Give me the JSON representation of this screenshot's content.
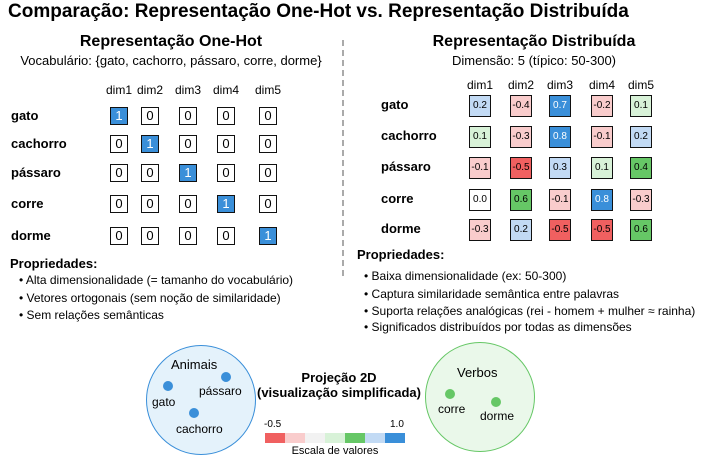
{
  "title": "Comparação: Representação One-Hot vs. Representação Distribuída",
  "onehot": {
    "heading": "Representação One-Hot",
    "vocab": "Vocabulário: {gato, cachorro, pássaro, corre, dorme}",
    "dims": [
      "dim1",
      "dim2",
      "dim3",
      "dim4",
      "dim5"
    ],
    "rows": [
      {
        "word": "gato",
        "values": [
          "1",
          "0",
          "0",
          "0",
          "0"
        ]
      },
      {
        "word": "cachorro",
        "values": [
          "0",
          "1",
          "0",
          "0",
          "0"
        ]
      },
      {
        "word": "pássaro",
        "values": [
          "0",
          "0",
          "1",
          "0",
          "0"
        ]
      },
      {
        "word": "corre",
        "values": [
          "0",
          "0",
          "0",
          "1",
          "0"
        ]
      },
      {
        "word": "dorme",
        "values": [
          "0",
          "0",
          "0",
          "0",
          "1"
        ]
      }
    ],
    "props_title": "Propriedades:",
    "props": [
      "• Alta dimensionalidade (= tamanho do vocabulário)",
      "• Vetores ortogonais (sem noção de similaridade)",
      "• Sem relações semânticas"
    ]
  },
  "distributed": {
    "heading": "Representação Distribuída",
    "dimension": "Dimensão: 5 (típico: 50-300)",
    "dims": [
      "dim1",
      "dim2",
      "dim3",
      "dim4",
      "dim5"
    ],
    "rows": [
      {
        "word": "gato",
        "values": [
          "0.2",
          "-0.4",
          "0.7",
          "-0.2",
          "0.1"
        ]
      },
      {
        "word": "cachorro",
        "values": [
          "0.1",
          "-0.3",
          "0.8",
          "-0.1",
          "0.2"
        ]
      },
      {
        "word": "pássaro",
        "values": [
          "-0.1",
          "-0.5",
          "0.3",
          "0.1",
          "0.4"
        ]
      },
      {
        "word": "corre",
        "values": [
          "0.0",
          "0.6",
          "-0.1",
          "0.8",
          "-0.3"
        ]
      },
      {
        "word": "dorme",
        "values": [
          "-0.3",
          "0.2",
          "-0.5",
          "-0.5",
          "0.6"
        ]
      }
    ],
    "props_title": "Propriedades:",
    "props": [
      "• Baixa dimensionalidade (ex: 50-300)",
      "• Captura similaridade semântica entre palavras",
      "• Suporta relações analógicas (rei - homem + mulher ≈ rainha)",
      "• Significados distribuídos por todas as dimensões"
    ]
  },
  "projection": {
    "title_line1": "Projeção 2D",
    "title_line2": "(visualização simplificada)",
    "animals_label": "Animais",
    "animals": [
      "gato",
      "pássaro",
      "cachorro"
    ],
    "verbs_label": "Verbos",
    "verbs": [
      "corre",
      "dorme"
    ]
  },
  "scale": {
    "min_label": "-0.5",
    "max_label": "1.0",
    "caption": "Escala de valores"
  },
  "colors": {
    "onehot_active": "#3a8fd9",
    "strong_negative": "#f06060",
    "mild_negative": "#f9cccc",
    "neutral": "#ffffff",
    "mild_positive": "#d8f2d8",
    "strong_positive": "#66c766",
    "mild_blue": "#c2daf4",
    "strong_blue": "#3a8fd9",
    "animals_fill": "#e4f2fb",
    "animals_dot": "#3a8fd9",
    "verbs_fill": "#eaf8ea",
    "verbs_dot": "#66c766"
  }
}
